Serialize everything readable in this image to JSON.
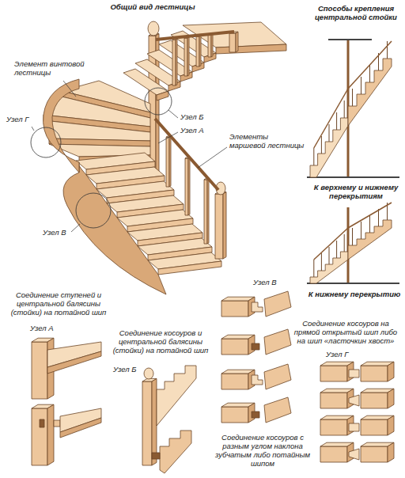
{
  "diagram": {
    "labels": [
      "Общий вид лестницы",
      "Способы крепления центральной стойки",
      "Элемент винтовой лестницы",
      "Узел Б",
      "Узел А",
      "Узел Г",
      "Элементы маршевой лестницы",
      "Узел В",
      "К верхнему и нижнему перекрытиям",
      "К нижнему перекрытию",
      "Узел В",
      "Соединение ступеней и центральной балясины (стойки) на потайной шип",
      "Узел А",
      "Соединение косоуров и центральной балясины (стойки) на потайной шип",
      "Узел Б",
      "Соединение косоуров на прямой открытый шип либо на шип «ласточкин хвост»",
      "Узел Г",
      "Соединение косоуров с разным углом наклона зубчатым либо потайным шипом"
    ]
  }
}
